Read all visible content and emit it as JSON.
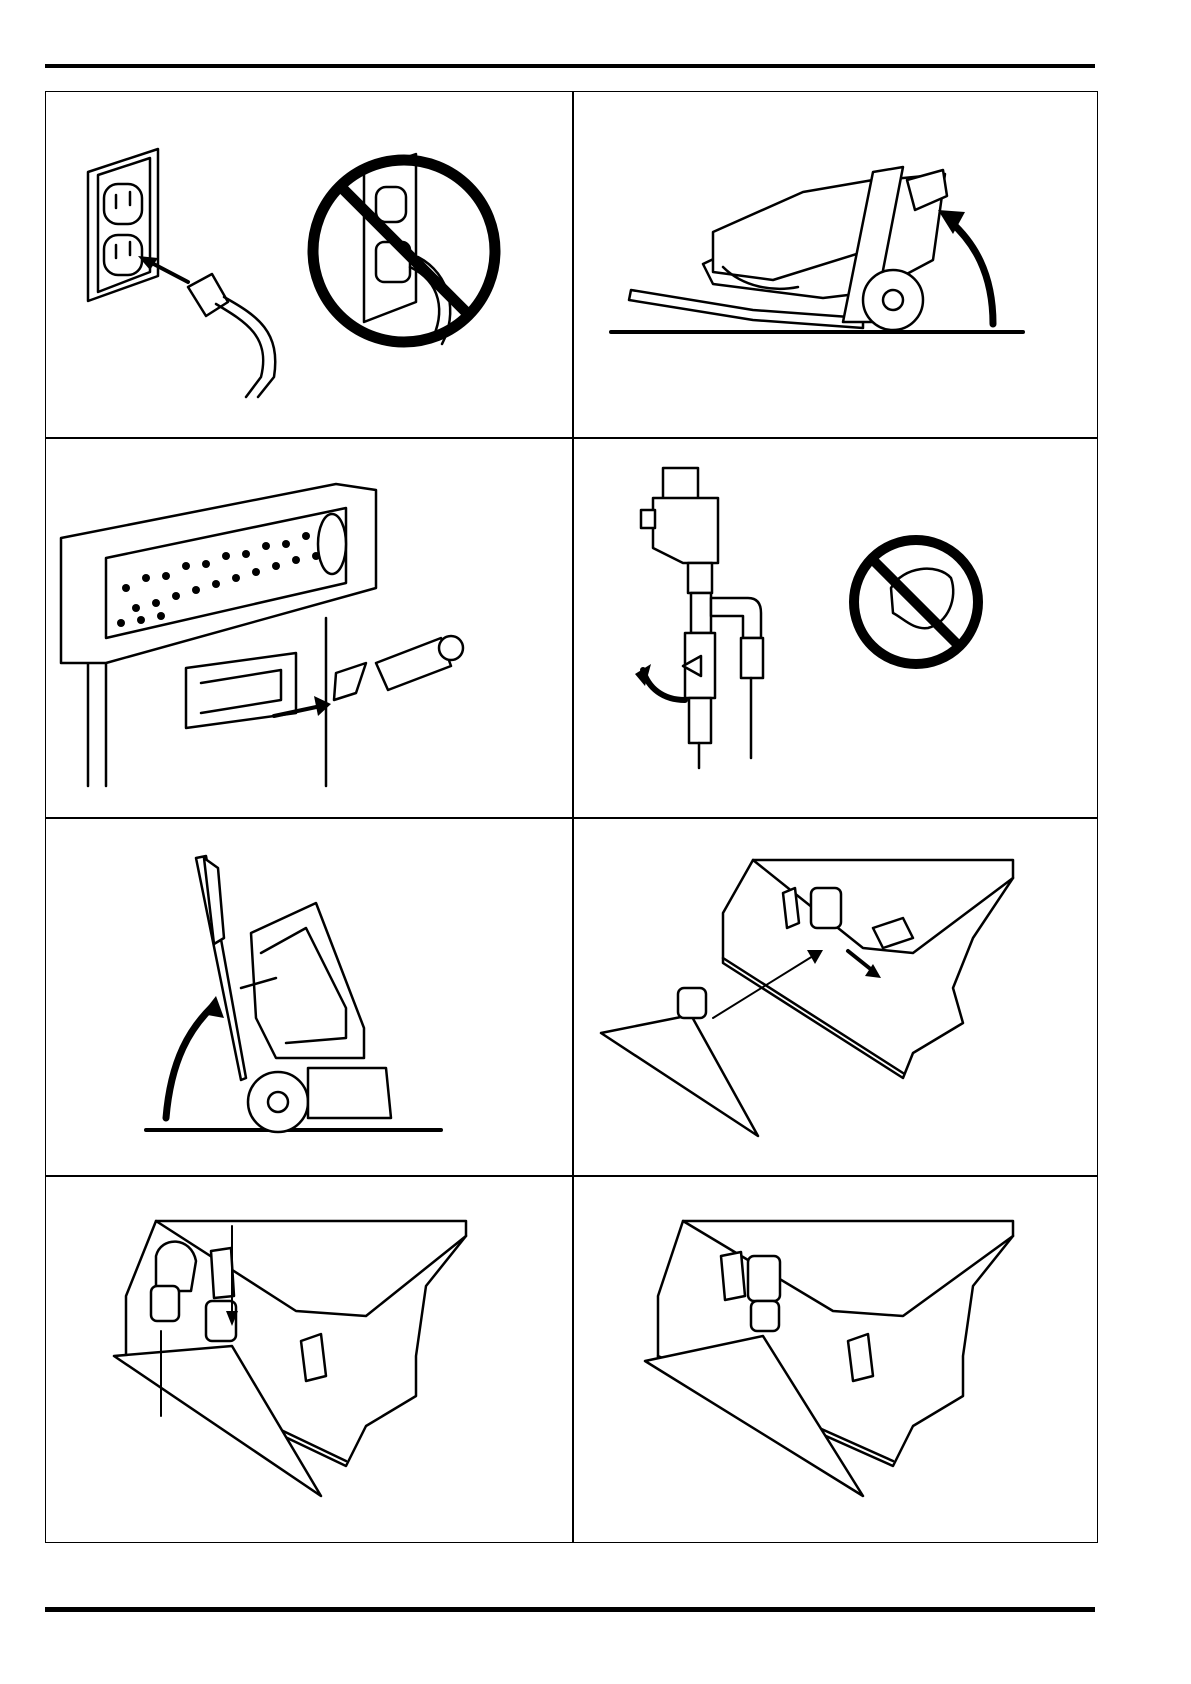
{
  "page": {
    "header_rule": "header-rule",
    "footer_rule": "footer-rule"
  },
  "panels": [
    {
      "id": "unplug",
      "icons": [
        "wall-outlet-icon",
        "power-plug-icon",
        "prohibition-icon"
      ]
    },
    {
      "id": "tilt-back",
      "icons": [
        "carpet-extractor-icon",
        "curved-arrow-icon"
      ]
    },
    {
      "id": "brush-removal",
      "icons": [
        "brush-roller-icon",
        "bracket-icon",
        "arrow-icon"
      ]
    },
    {
      "id": "valve",
      "icons": [
        "valve-assembly-icon",
        "curved-arrow-icon",
        "prohibition-icon",
        "hand-icon"
      ]
    },
    {
      "id": "tilt-upright",
      "icons": [
        "carpet-extractor-icon",
        "curved-arrow-icon"
      ]
    },
    {
      "id": "remove-tool",
      "icons": [
        "machine-base-icon",
        "floor-tool-icon",
        "hand-icon",
        "arrow-icon"
      ]
    },
    {
      "id": "insert-tool",
      "icons": [
        "machine-base-icon",
        "hose-icon",
        "floor-tool-icon",
        "down-arrow-icon"
      ]
    },
    {
      "id": "tool-attached",
      "icons": [
        "machine-base-icon",
        "floor-tool-icon"
      ]
    }
  ]
}
